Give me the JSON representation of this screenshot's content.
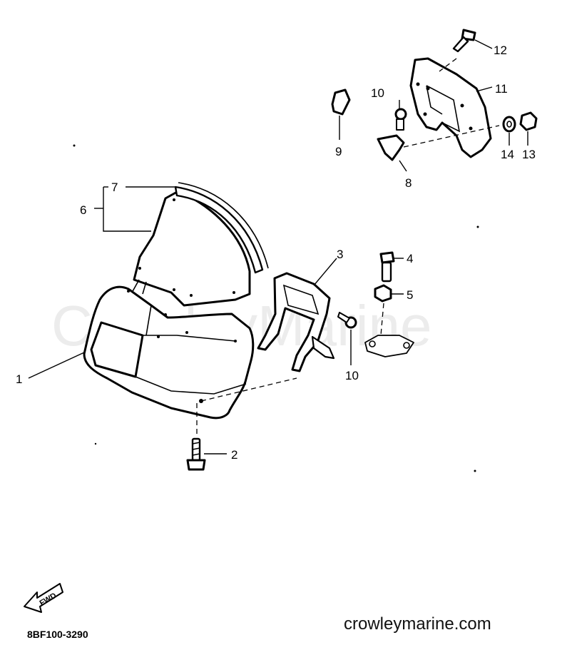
{
  "watermark": "CrowleyMarine",
  "website": "crowleymarine.com",
  "diagram_code": "8BF100-3290",
  "fwd_label": "FWD",
  "callouts": {
    "c1": "1",
    "c2": "2",
    "c3": "3",
    "c4": "4",
    "c5": "5",
    "c6": "6",
    "c7": "7",
    "c8": "8",
    "c9": "9",
    "c10a": "10",
    "c10b": "10",
    "c11": "11",
    "c12": "12",
    "c13": "13",
    "c14": "14"
  }
}
